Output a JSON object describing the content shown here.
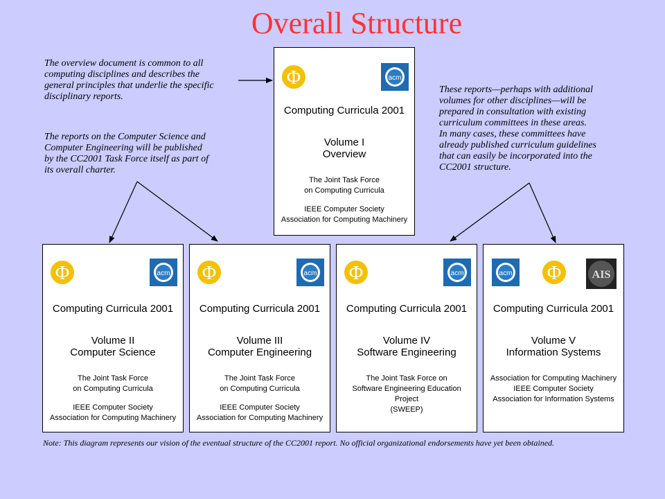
{
  "title": "Overall Structure",
  "notes": {
    "overview": [
      "The overview document is common to all",
      "computing disciplines and describes the",
      "general principles that underlie the specific",
      "disciplinary reports."
    ],
    "reports": [
      "The reports on the Computer Science and",
      "Computer Engineering will be published",
      "by the CC2001 Task Force itself as part of",
      "its overall charter."
    ],
    "other": [
      "These reports—perhaps with additional",
      "volumes for other disciplines—will be",
      "prepared in consultation with existing",
      "curriculum committees in these areas.",
      "In many cases, these committees have",
      "already published curriculum guidelines",
      "that can easily be incorporated into the",
      "CC2001 structure."
    ]
  },
  "top_box": {
    "cc": "Computing Curricula 2001",
    "vol": [
      "Volume I",
      "Overview"
    ],
    "org1": [
      "The Joint Task Force",
      "on Computing Curricula"
    ],
    "org2": [
      "IEEE Computer Society",
      "Association for Computing Machinery"
    ]
  },
  "boxes": [
    {
      "cc": "Computing Curricula 2001",
      "vol": [
        "Volume II",
        "Computer Science"
      ],
      "org1": [
        "The Joint Task Force",
        "on Computing Curricula"
      ],
      "org2": [
        "IEEE Computer Society",
        "Association for Computing Machinery"
      ]
    },
    {
      "cc": "Computing Curricula 2001",
      "vol": [
        "Volume III",
        "Computer Engineering"
      ],
      "org1": [
        "The Joint Task Force",
        "on Computing Curricula"
      ],
      "org2": [
        "IEEE Computer Society",
        "Association for Computing Machinery"
      ]
    },
    {
      "cc": "Computing Curricula 2001",
      "vol": [
        "Volume IV",
        "Software Engineering"
      ],
      "org1": [
        "The Joint Task Force on",
        "Software Engineering Education",
        "Project"
      ],
      "extra": "(SWEEP)"
    },
    {
      "cc": "Computing Curricula 2001",
      "vol": [
        "Volume V",
        "Information Systems"
      ],
      "org1": [
        "Association for Computing Machinery",
        "IEEE Computer Society",
        "Association for Information Systems"
      ]
    }
  ],
  "logos": {
    "acm": "acm",
    "phi": "Φ",
    "ais": "AIS"
  },
  "footnote": "Note: This diagram represents our vision of the eventual structure of the CC2001 report.  No official organizational endorsements have yet been obtained.",
  "colors": {
    "background": "#ccccff",
    "title": "#ff3333",
    "acm": "#1a5fa0",
    "phi": "#e8b400"
  }
}
